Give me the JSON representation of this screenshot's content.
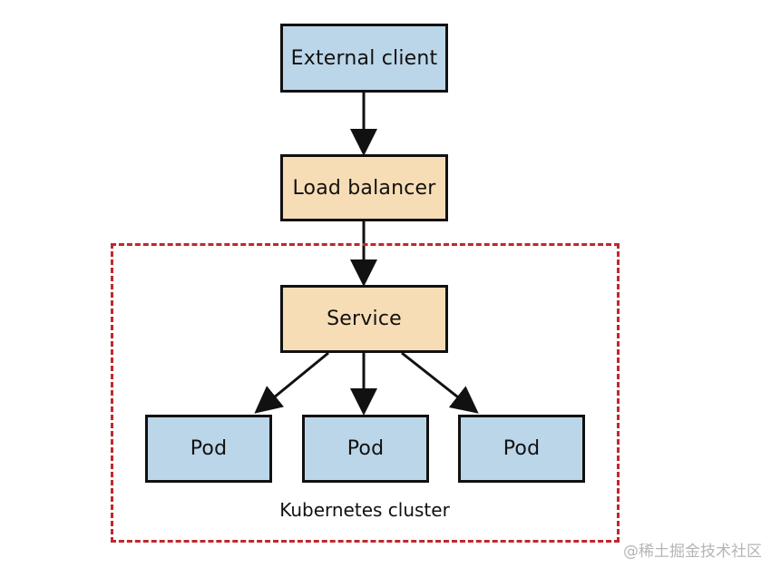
{
  "colors": {
    "client_fill": "#bcd6e9",
    "balancer_fill": "#f6ddb5",
    "pod_fill": "#bcd6e9",
    "cluster_border": "#c1272d",
    "stroke": "#111111"
  },
  "nodes": {
    "external_client": "External client",
    "load_balancer": "Load balancer",
    "service": "Service",
    "pod_1": "Pod",
    "pod_2": "Pod",
    "pod_3": "Pod"
  },
  "cluster": {
    "label": "Kubernetes cluster"
  },
  "watermark": "@稀土掘金技术社区"
}
